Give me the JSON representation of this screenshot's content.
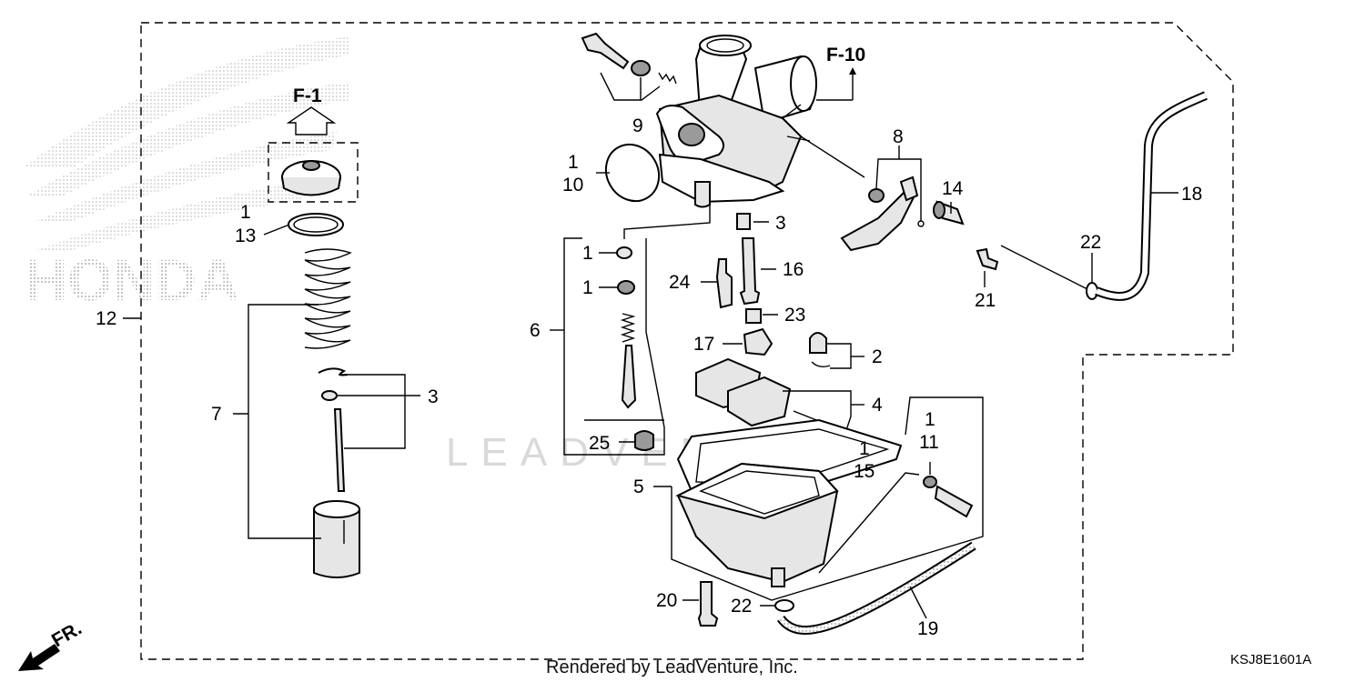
{
  "diagram": {
    "refs": {
      "f1": "F-1",
      "f10": "F-10"
    },
    "brand_logo_text": "HONDA",
    "watermark": "LEADVENTURE",
    "footer": "Rendered by LeadVenture, Inc.",
    "diagram_code": "KSJ8E1601A",
    "front_marker": "FR.",
    "callouts": [
      {
        "id": "c9",
        "text": "9"
      },
      {
        "id": "c1a",
        "text": "1"
      },
      {
        "id": "c10",
        "text": "10"
      },
      {
        "id": "c1b",
        "text": "1"
      },
      {
        "id": "c13",
        "text": "13"
      },
      {
        "id": "c12",
        "text": "12"
      },
      {
        "id": "c7",
        "text": "7"
      },
      {
        "id": "c3a",
        "text": "3"
      },
      {
        "id": "c6",
        "text": "6"
      },
      {
        "id": "c1c",
        "text": "1"
      },
      {
        "id": "c1d",
        "text": "1"
      },
      {
        "id": "c25",
        "text": "25"
      },
      {
        "id": "c3b",
        "text": "3"
      },
      {
        "id": "c24",
        "text": "24"
      },
      {
        "id": "c16",
        "text": "16"
      },
      {
        "id": "c23",
        "text": "23"
      },
      {
        "id": "c17",
        "text": "17"
      },
      {
        "id": "c2",
        "text": "2"
      },
      {
        "id": "c4",
        "text": "4"
      },
      {
        "id": "c5",
        "text": "5"
      },
      {
        "id": "c1e",
        "text": "1"
      },
      {
        "id": "c15",
        "text": "15"
      },
      {
        "id": "c1f",
        "text": "1"
      },
      {
        "id": "c11",
        "text": "11"
      },
      {
        "id": "c8",
        "text": "8"
      },
      {
        "id": "c14",
        "text": "14"
      },
      {
        "id": "c22a",
        "text": "22"
      },
      {
        "id": "c21",
        "text": "21"
      },
      {
        "id": "c18",
        "text": "18"
      },
      {
        "id": "c19",
        "text": "19"
      },
      {
        "id": "c20",
        "text": "20"
      },
      {
        "id": "c22b",
        "text": "22"
      }
    ]
  }
}
